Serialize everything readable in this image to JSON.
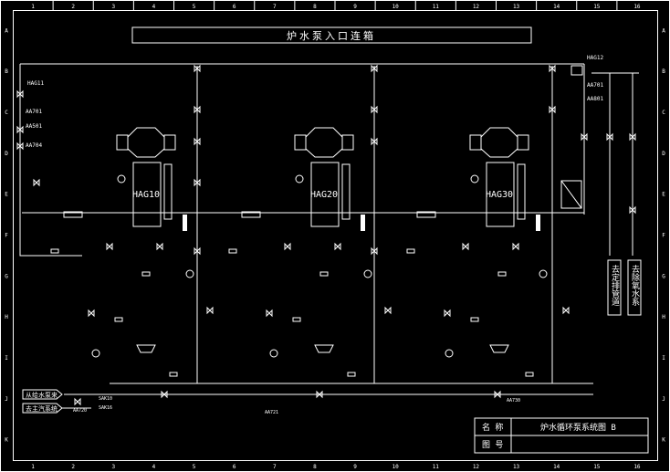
{
  "header": {
    "title": "炉水泵入口连箱"
  },
  "grid": {
    "columns": [
      "1",
      "2",
      "3",
      "4",
      "5",
      "6",
      "7",
      "8",
      "9",
      "10",
      "11",
      "12",
      "13",
      "14",
      "15",
      "16"
    ],
    "rows": [
      "A",
      "B",
      "C",
      "D",
      "E",
      "F",
      "G",
      "H",
      "I",
      "J",
      "K"
    ]
  },
  "pumps": [
    {
      "id": "HAG10",
      "label": "HAG10"
    },
    {
      "id": "HAG20",
      "label": "HAG20"
    },
    {
      "id": "HAG30",
      "label": "HAG30"
    }
  ],
  "side_labels": {
    "left_top": "HAG11",
    "left_1": "AA701",
    "left_2": "AA501",
    "left_3": "AA704",
    "right_top": "HAG12",
    "right_1": "AA701",
    "right_2": "AA801"
  },
  "vertical_labels": [
    "去定排管道",
    "去除氧水系"
  ],
  "bottom_inlets": [
    "从给水泵来",
    "去主汽系统"
  ],
  "bottom_tags": [
    "AA720",
    "SAK10",
    "SAK16",
    "AA721",
    "AA730"
  ],
  "title_block": {
    "name_label": "名 称",
    "name_value": "炉水循环泵系统图 B",
    "drawing_no_label": "图 号",
    "drawing_no_value": "",
    "sheet_marker": "B"
  },
  "colors": {
    "background": "#000000",
    "lines": "#ffffff"
  }
}
